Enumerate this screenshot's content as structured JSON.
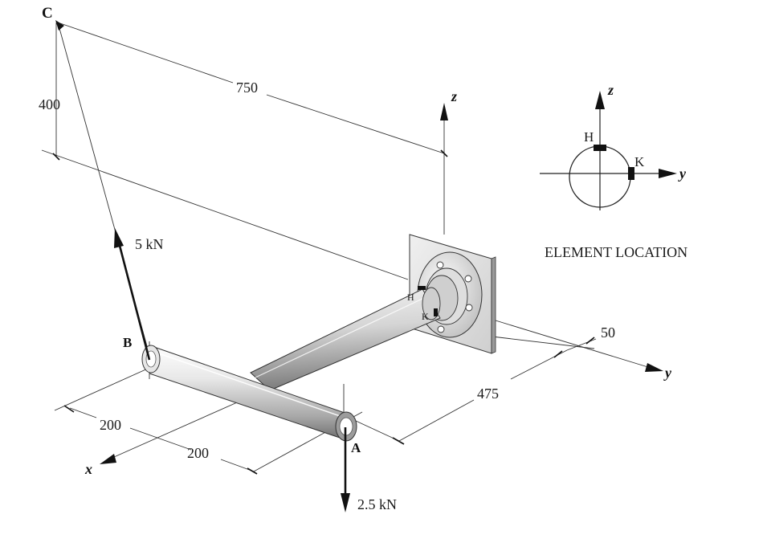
{
  "points": {
    "a": "A",
    "b": "B",
    "c": "C"
  },
  "dimensions": {
    "d750": "750",
    "d400": "400",
    "d50": "50",
    "d475": "475",
    "d200_left": "200",
    "d200_right": "200"
  },
  "loads": {
    "f5": "5 kN",
    "f2_5": "2.5 kN"
  },
  "axes": {
    "z": "z",
    "y": "y",
    "x": "x"
  },
  "inset": {
    "title": "ELEMENT LOCATION",
    "h": "H",
    "k": "K",
    "z": "z",
    "y": "y"
  },
  "elements": {
    "h": "H",
    "k": "K"
  }
}
